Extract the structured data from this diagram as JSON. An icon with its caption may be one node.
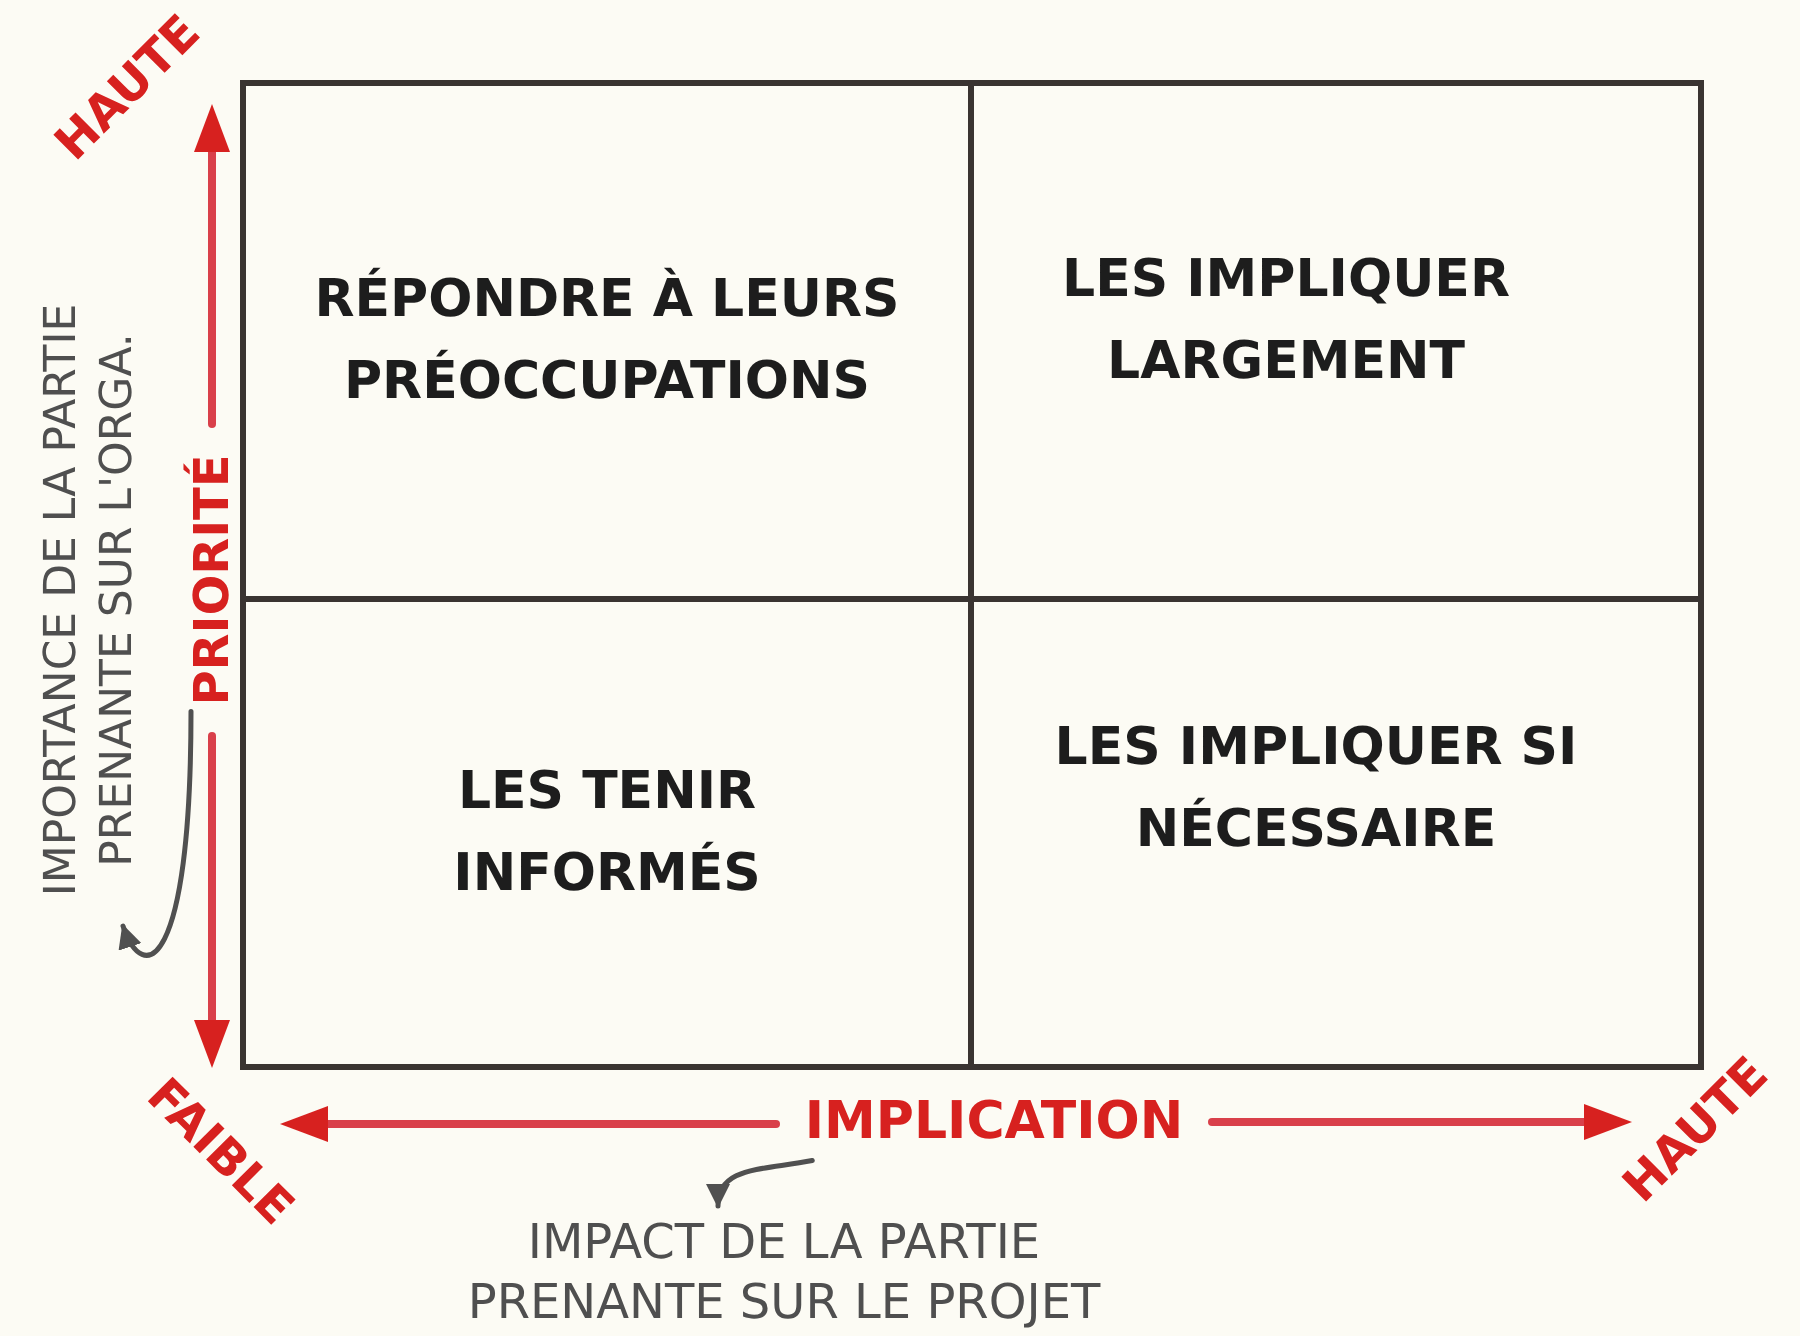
{
  "diagram": {
    "nodes": [
      {
        "text": [
          "RÉPONDRE À LEURS PRÉOCCUPATIONS"
        ]
      },
      {
        "text": [
          "LES IMPLIQUER LARGEMENT"
        ]
      },
      {
        "text": [
          "LES TENIR INFORMÉS"
        ]
      },
      {
        "text": [
          "LES IMPLIQUER SI NÉCESSAIRE"
        ]
      },
      {
        "text": [
          "PRIORITÉ"
        ]
      },
      {
        "text": [
          "IMPORTANCE DE LA PARTIE PRENANTE SUR L'ORGA."
        ]
      },
      {
        "text": [
          "IMPLICATION"
        ]
      },
      {
        "text": [
          "IMPACT DE LA PARTIE PRENANTE SUR LE PROJET"
        ]
      }
    ],
    "edges": [
      {
        "from": 4,
        "to": 5,
        "arrow": "to"
      },
      {
        "from": 6,
        "to": 7,
        "arrow": "to"
      }
    ],
    "labels": [
      "HAUTE",
      "FAIBLE",
      "HAUTE"
    ]
  }
}
